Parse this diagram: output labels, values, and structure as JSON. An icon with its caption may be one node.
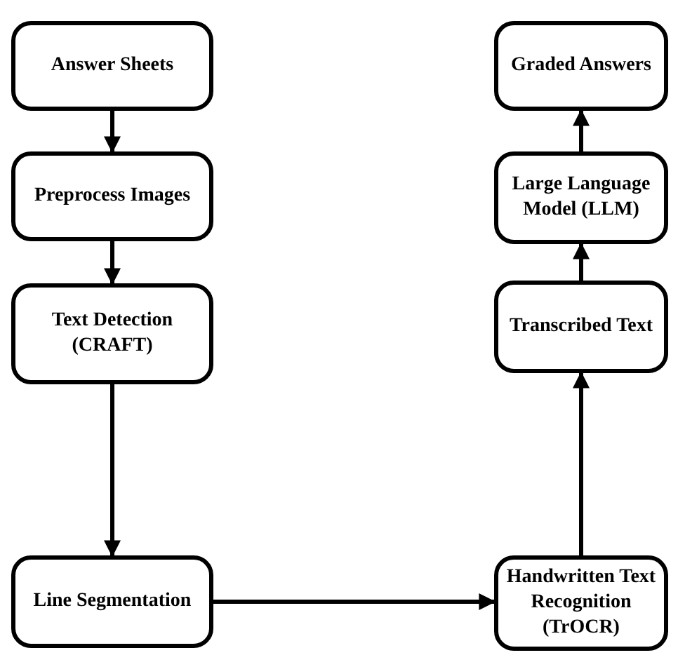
{
  "diagram": {
    "nodes": [
      {
        "text": [
          "Answer Sheets"
        ]
      },
      {
        "text": [
          "Preprocess Images"
        ]
      },
      {
        "text": [
          "Text Detection (CRAFT)"
        ]
      },
      {
        "text": [
          "Line Segmentation"
        ]
      },
      {
        "text": [
          "Handwritten Text Recognition (TrOCR)"
        ]
      },
      {
        "text": [
          "Transcribed Text"
        ]
      },
      {
        "text": [
          "Large Language Model (LLM)"
        ]
      },
      {
        "text": [
          "Graded Answers"
        ]
      }
    ],
    "edges": [
      {
        "from": 0,
        "to": 1,
        "arrow": "to"
      },
      {
        "from": 1,
        "to": 2,
        "arrow": "to"
      },
      {
        "from": 2,
        "to": 3,
        "arrow": "to"
      },
      {
        "from": 3,
        "to": 4,
        "arrow": "to"
      },
      {
        "from": 4,
        "to": 5,
        "arrow": "to"
      },
      {
        "from": 5,
        "to": 6,
        "arrow": "to"
      },
      {
        "from": 6,
        "to": 7,
        "arrow": "to"
      }
    ]
  }
}
